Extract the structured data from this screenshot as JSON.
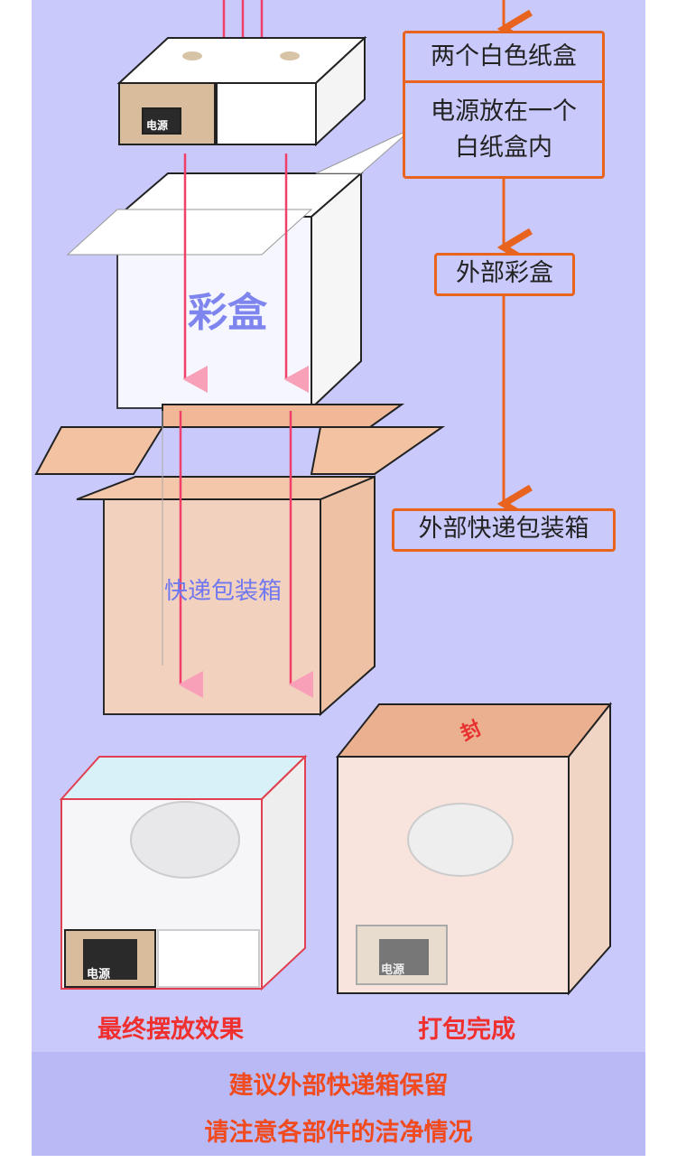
{
  "flow": {
    "step1_title": "两个白色纸盒",
    "step1_detail_line1": "电源放在一个",
    "step1_detail_line2": "白纸盒内",
    "step2": "外部彩盒",
    "step3": "外部快递包装箱"
  },
  "diagram": {
    "power_label": "电源",
    "color_box_label": "彩盒",
    "shipping_box_label": "快递包装箱",
    "seal_label": "封"
  },
  "captions": {
    "final_placement": "最终摆放效果",
    "packing_done": "打包完成"
  },
  "notes": {
    "line1": "建议外部快递箱保留",
    "line2": "请注意各部件的洁净情况"
  },
  "colors": {
    "background": "#c9c9fb",
    "flow_orange": "#e8641e",
    "arrow_red": "#f0406a",
    "caption_red": "#f0302e"
  }
}
